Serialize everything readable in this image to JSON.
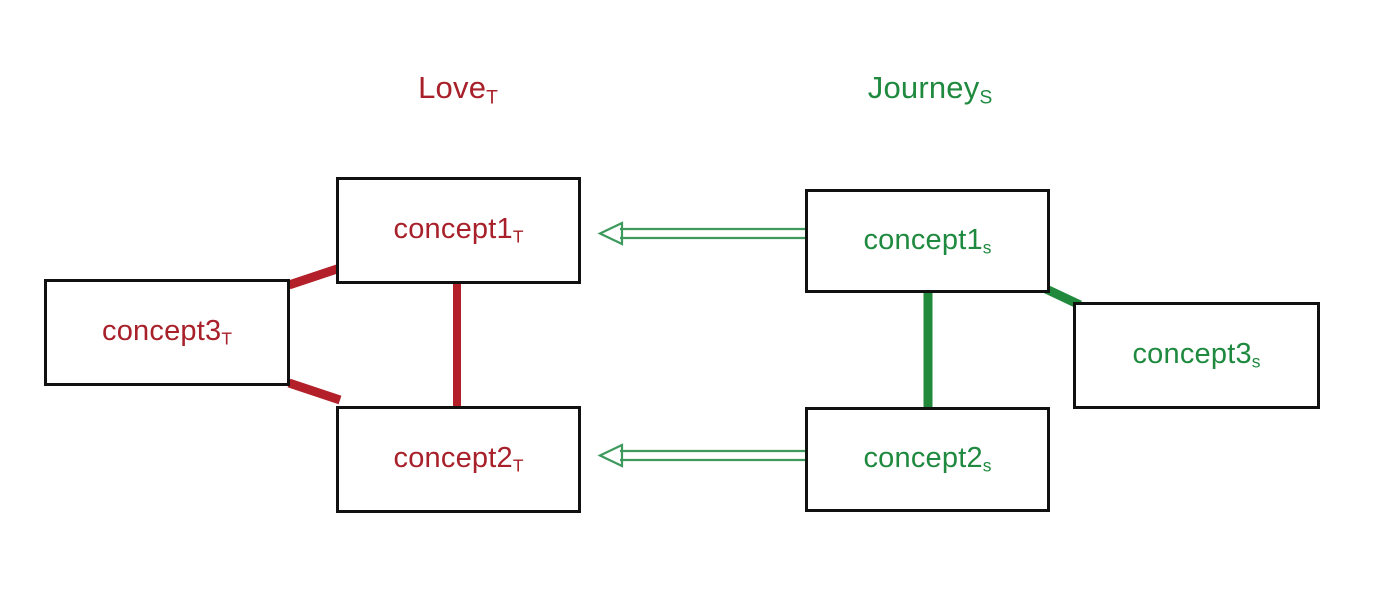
{
  "diagram": {
    "type": "analogy-mapping-diagram",
    "background_color": "#ffffff",
    "colors": {
      "target_domain": "#a8202a",
      "source_domain": "#1f8a3f",
      "box_border": "#111111",
      "box_fill": "#ffffff"
    }
  },
  "target_domain": {
    "title_text": "Love",
    "title_subscript": "T",
    "concepts": [
      {
        "label": "concept1",
        "subscript": "T"
      },
      {
        "label": "concept2",
        "subscript": "T"
      },
      {
        "label": "concept3",
        "subscript": "T"
      }
    ]
  },
  "source_domain": {
    "title_text": "Journey",
    "title_subscript": "S",
    "concepts": [
      {
        "label": "concept1",
        "subscript": "s"
      },
      {
        "label": "concept2",
        "subscript": "s"
      },
      {
        "label": "concept3",
        "subscript": "s"
      }
    ]
  },
  "target_relations": [
    {
      "from": "concept1_T",
      "to": "concept2_T",
      "style": "vertical-link"
    },
    {
      "from": "concept3_T",
      "to": "concept1_T",
      "style": "diagonal-link"
    },
    {
      "from": "concept3_T",
      "to": "concept2_T",
      "style": "diagonal-link"
    }
  ],
  "source_relations": [
    {
      "from": "concept1_s",
      "to": "concept2_s",
      "style": "vertical-link"
    },
    {
      "from": "concept1_s",
      "to": "concept3_s",
      "style": "diagonal-link"
    }
  ],
  "mappings": [
    {
      "from": "concept1_s",
      "to": "concept1_T",
      "direction": "left",
      "style": "hollow-double-line-arrow"
    },
    {
      "from": "concept2_s",
      "to": "concept2_T",
      "direction": "left",
      "style": "hollow-double-line-arrow"
    }
  ]
}
